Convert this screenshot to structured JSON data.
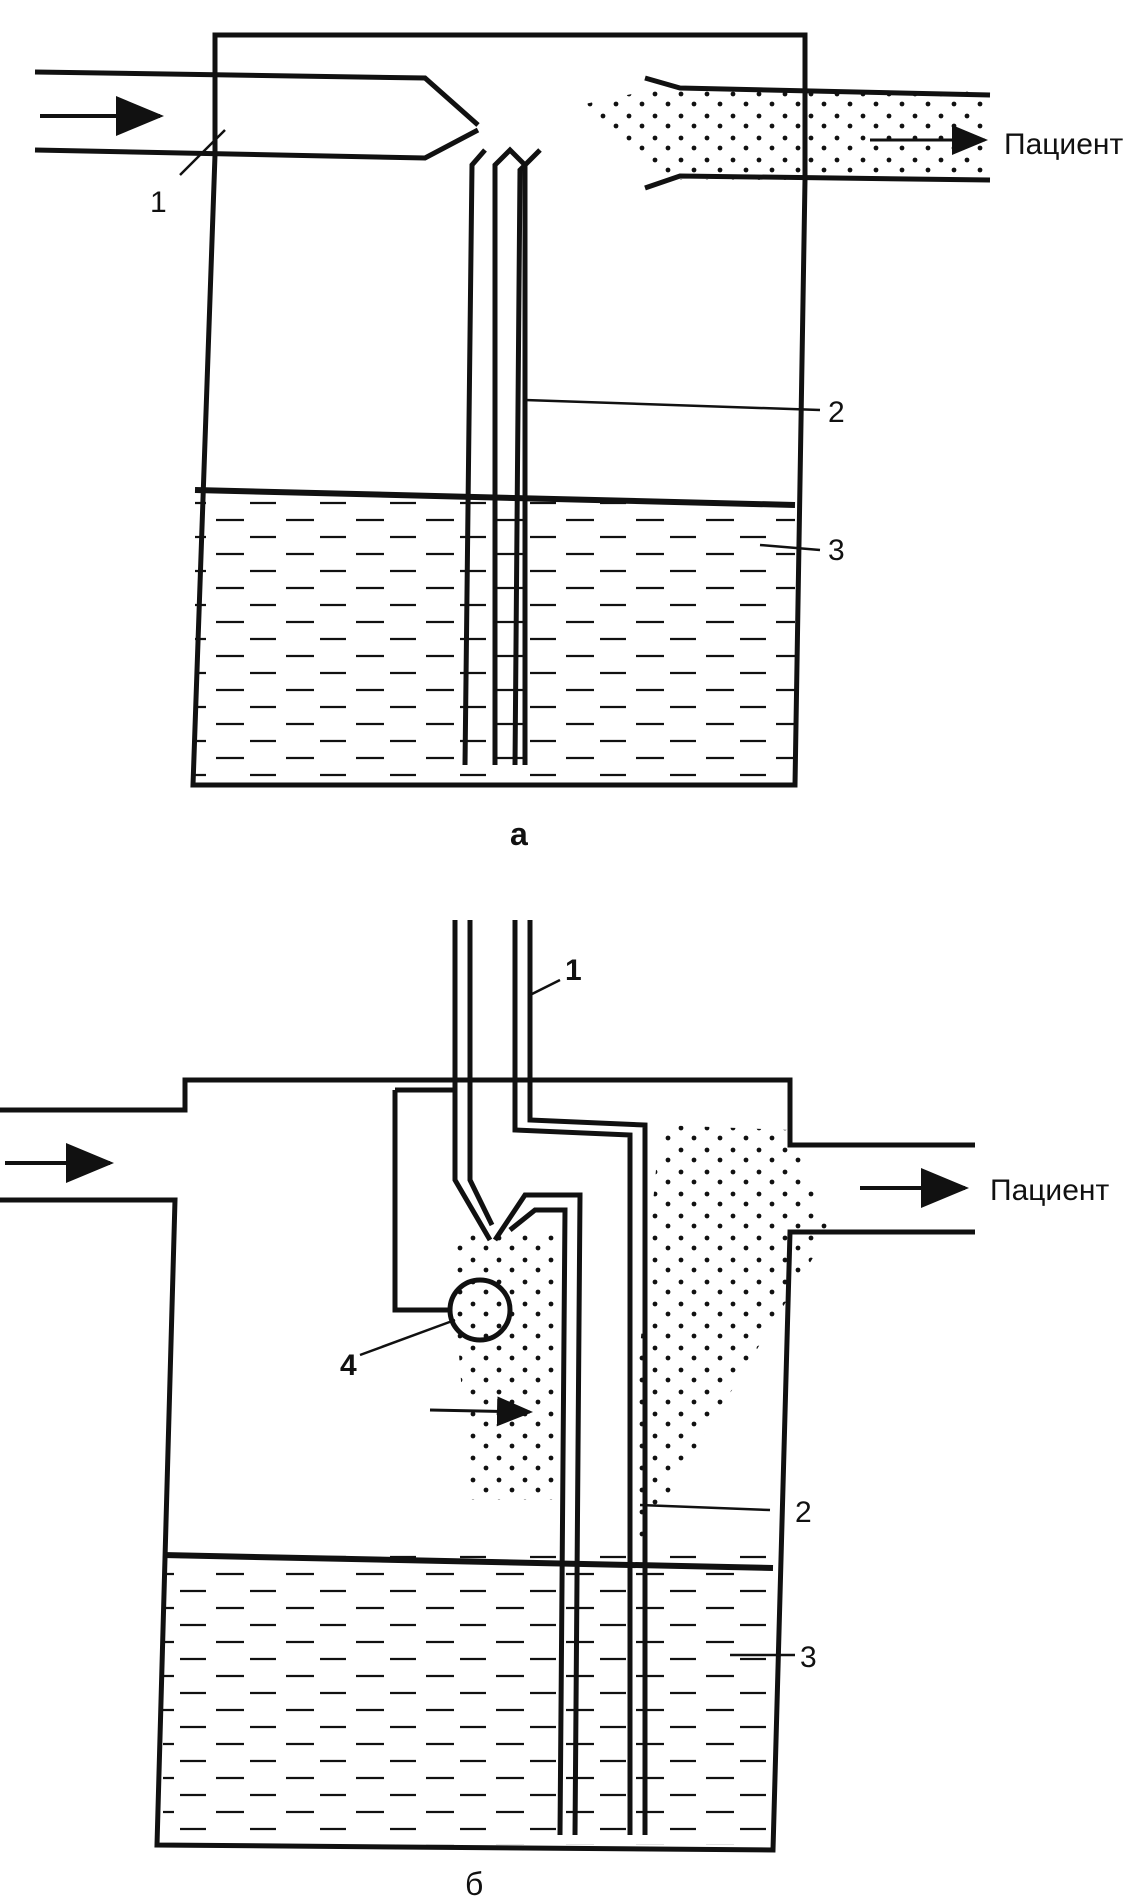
{
  "diagram_a": {
    "caption": "а",
    "patient_label": "Пациент",
    "labels": {
      "inlet": "1",
      "tube": "2",
      "liquid": "3"
    }
  },
  "diagram_b": {
    "caption": "б",
    "patient_label": "Пациент",
    "labels": {
      "inlet": "1",
      "tube": "2",
      "liquid": "3",
      "ball": "4"
    }
  },
  "colors": {
    "ink": "#111111",
    "paper": "#ffffff"
  }
}
